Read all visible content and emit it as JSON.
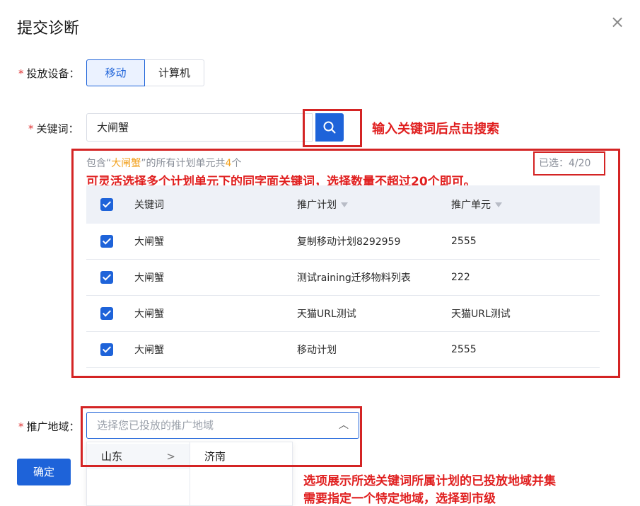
{
  "dialog": {
    "title": "提交诊断",
    "close_glyph": "×"
  },
  "device": {
    "label": "投放设备：",
    "required_mark": "*",
    "options": [
      "移动",
      "计算机"
    ],
    "selected": "移动"
  },
  "keyword": {
    "label": "关键词：",
    "required_mark": "*",
    "value": "大闸蟹"
  },
  "result": {
    "summary_prefix": "包含“",
    "summary_keyword": "大闸蟹",
    "summary_middle": "”的所有计划单元共",
    "summary_count": "4",
    "summary_suffix": "个",
    "selected_text": "已选：4/20"
  },
  "table": {
    "columns": [
      "关键词",
      "推广计划",
      "推广单元"
    ],
    "rows": [
      {
        "keyword": "大闸蟹",
        "plan": "复制移动计划8292959",
        "unit": "2555",
        "checked": true
      },
      {
        "keyword": "大闸蟹",
        "plan": "测试raining迁移物料列表",
        "unit": "222",
        "checked": true
      },
      {
        "keyword": "大闸蟹",
        "plan": "天猫URL测试",
        "unit": "天猫URL测试",
        "checked": true
      },
      {
        "keyword": "大闸蟹",
        "plan": "移动计划",
        "unit": "2555",
        "checked": true
      }
    ]
  },
  "region": {
    "label": "推广地域：",
    "required_mark": "*",
    "placeholder": "选择您已投放的推广地域",
    "chevron": "︿",
    "province": "山东",
    "province_arrow": ">",
    "city": "济南"
  },
  "confirm_label": "确定",
  "annotations": {
    "search_hint": "输入关键词后点击搜索",
    "select_hint": "可灵活选择多个计划单元下的同字面关键词，选择数量不超过20个即可。",
    "region_hint_line1": "选项展示所选关键词所属计划的已投放地域并集",
    "region_hint_line2": "需要指定一个特定地域，选择到市级"
  },
  "colors": {
    "primary": "#1e63d9",
    "annotation_red": "#d42424",
    "highlight": "#f2a11f"
  },
  "icons": {
    "search": "search-icon",
    "close": "close-icon",
    "filter": "filter-icon",
    "check": "checkbox-check-icon"
  }
}
